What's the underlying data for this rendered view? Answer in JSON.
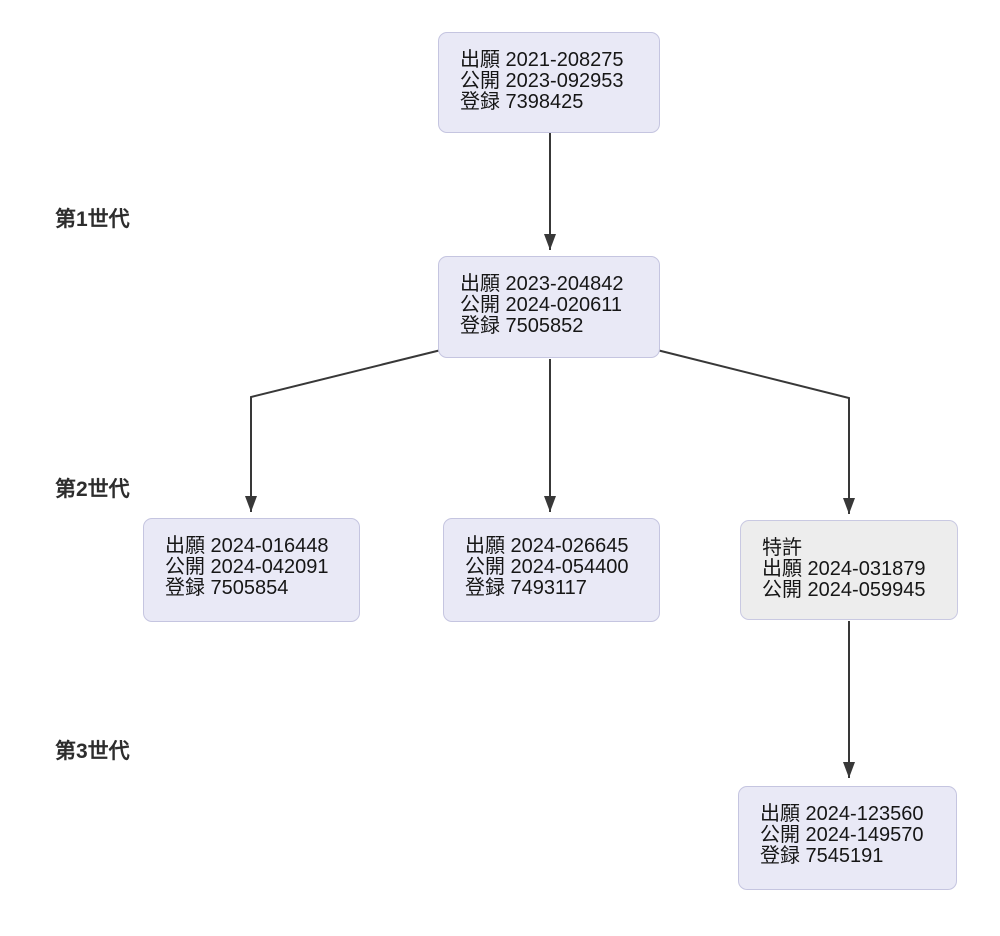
{
  "diagram_type": "patent-family-tree",
  "generations": [
    {
      "label": "第1世代"
    },
    {
      "label": "第2世代"
    },
    {
      "label": "第3世代"
    }
  ],
  "nodes": {
    "root": {
      "lines": [
        "出願 2021-208275",
        "公開 2023-092953",
        "登録 7398425"
      ]
    },
    "gen1": {
      "lines": [
        "出願 2023-204842",
        "公開 2024-020611",
        "登録 7505852"
      ]
    },
    "gen2_left": {
      "lines": [
        "出願 2024-016448",
        "公開 2024-042091",
        "登録 7505854"
      ]
    },
    "gen2_mid": {
      "lines": [
        "出願 2024-026645",
        "公開 2024-054400",
        "登録 7493117"
      ]
    },
    "gen2_right": {
      "lines": [
        "特許",
        "出願 2024-031879",
        "公開 2024-059945"
      ]
    },
    "gen3": {
      "lines": [
        "出願 2024-123560",
        "公開 2024-149570",
        "登録 7545191"
      ]
    }
  },
  "colors": {
    "node_fill": "#e9e9f6",
    "node_fill_gray": "#ededed",
    "node_border": "#c5c5e0",
    "arrow": "#383838",
    "text": "#161616",
    "label_text": "#2d2d2d",
    "background": "#ffffff"
  }
}
